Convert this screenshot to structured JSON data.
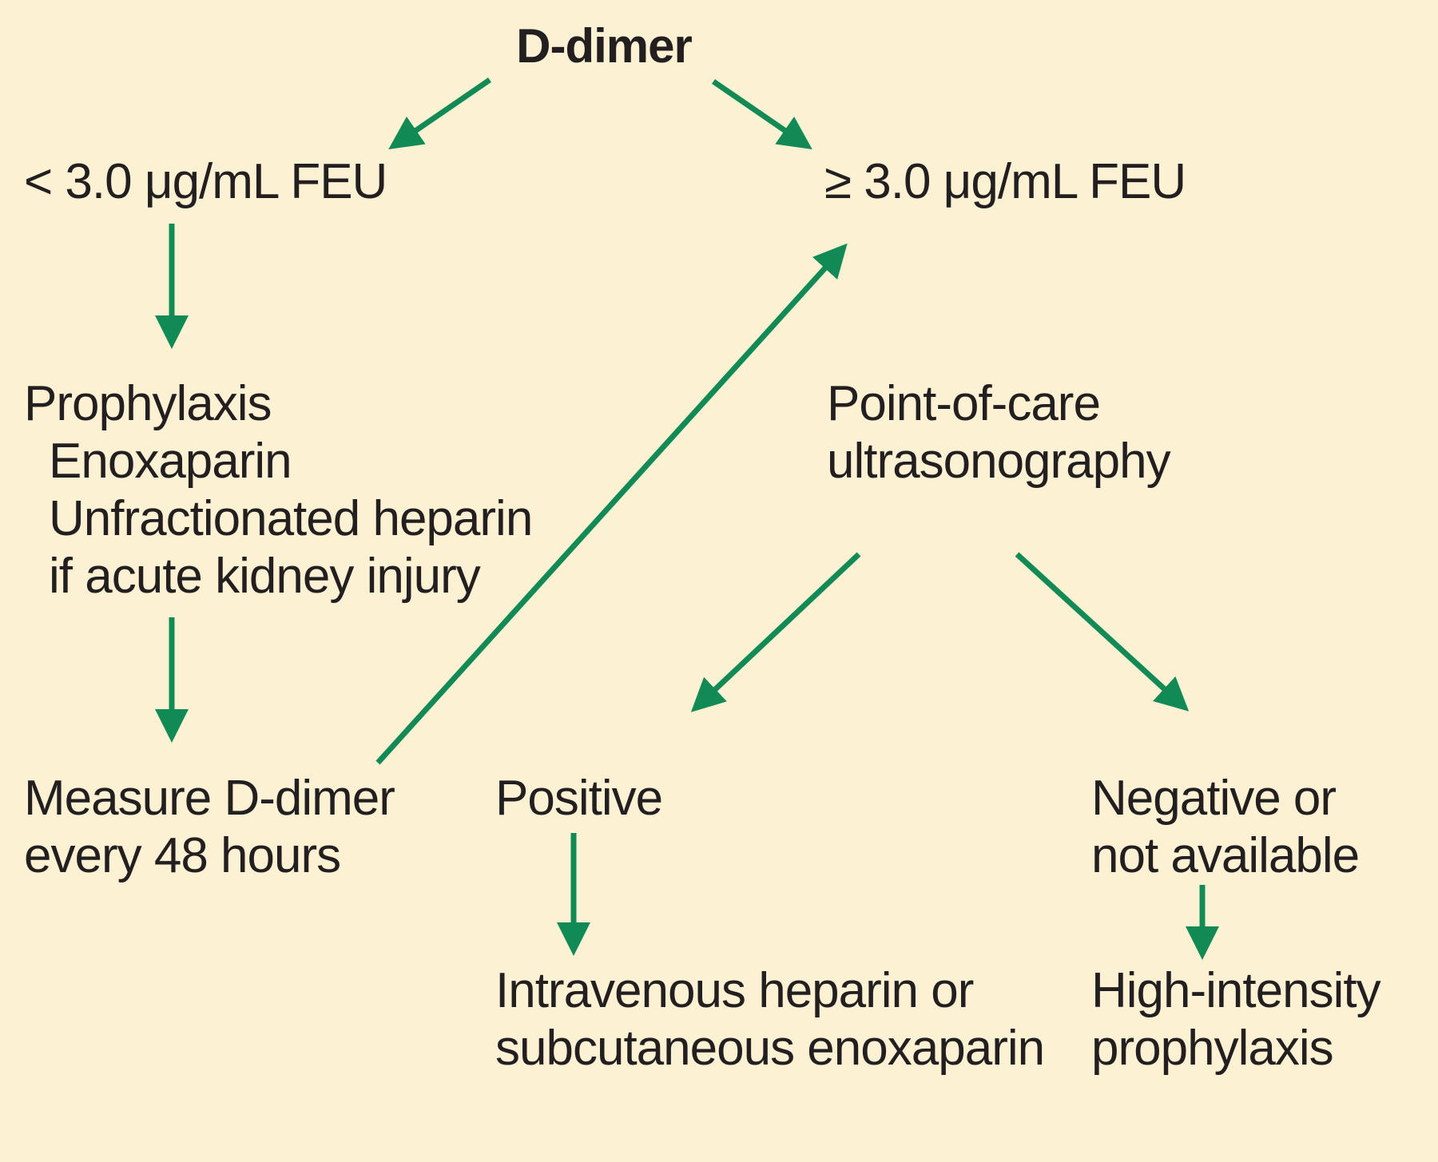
{
  "title": "D-dimer",
  "nodes": {
    "low": "< 3.0 μg/mL FEU",
    "high": "≥ 3.0 μg/mL FEU",
    "prophylaxis": {
      "heading": "Prophylaxis",
      "line1": "Enoxaparin",
      "line2": "Unfractionated heparin",
      "line3": "if acute kidney injury"
    },
    "measure": {
      "line1": "Measure D-dimer",
      "line2": "every 48 hours"
    },
    "pocus": {
      "line1": "Point-of-care",
      "line2": "ultrasonography"
    },
    "positive": "Positive",
    "negative": {
      "line1": "Negative or",
      "line2": "not available"
    },
    "iv_heparin": {
      "line1": "Intravenous heparin or",
      "line2": "subcutaneous enoxaparin"
    },
    "high_intensity": {
      "line1": "High-intensity",
      "line2": "prophylaxis"
    }
  },
  "colors": {
    "background": "#fdf1d3",
    "arrow": "#128a55",
    "text": "#231f20"
  }
}
